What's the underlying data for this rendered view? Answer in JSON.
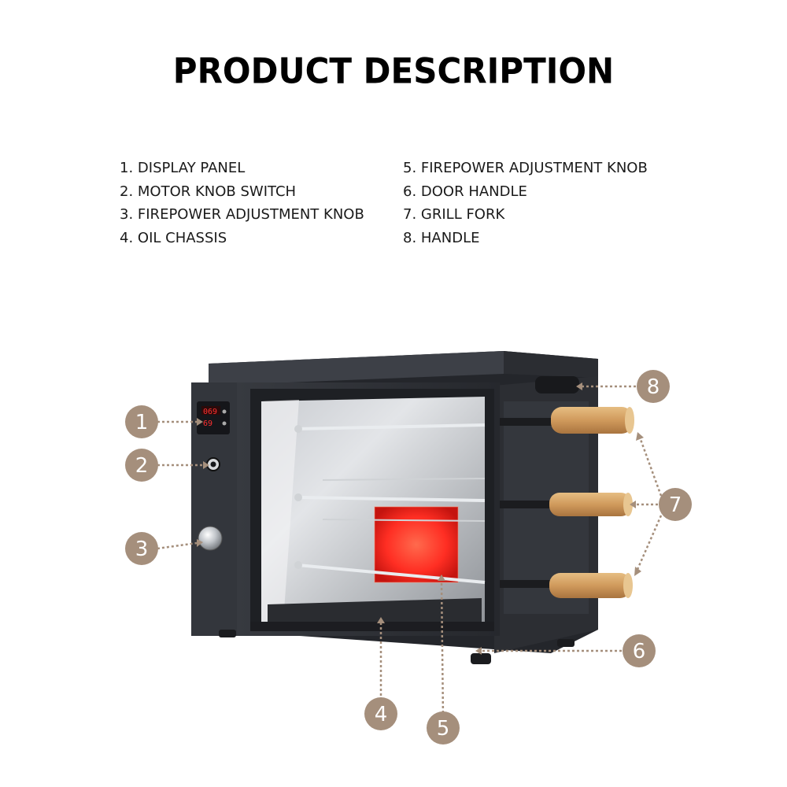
{
  "title": "PRODUCT DESCRIPTION",
  "parts_left": [
    "1. DISPLAY PANEL",
    "2. MOTOR KNOB SWITCH",
    "3. FIREPOWER ADJUSTMENT KNOB",
    "4. OIL CHASSIS"
  ],
  "parts_right": [
    "5. FIREPOWER ADJUSTMENT KNOB",
    "6. DOOR HANDLE",
    "7. GRILL FORK",
    "8. HANDLE"
  ],
  "callouts": [
    "1",
    "2",
    "3",
    "4",
    "5",
    "6",
    "7",
    "8"
  ],
  "display_readout": [
    "069",
    "69"
  ],
  "colors": {
    "callout_fill": "#a58f7c",
    "leader_line": "#a58f7c",
    "oven_body": "#2f3238",
    "heater": "#ff3b2e",
    "wood": "#d4a066"
  }
}
